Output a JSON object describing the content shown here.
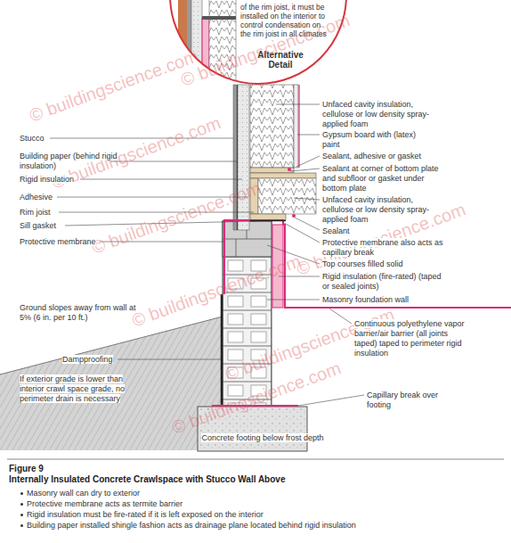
{
  "diagram": {
    "title": "Internally Insulated Concrete Crawlspace with Stucco Wall Above",
    "nodes": [
      {
        "text": [
          "of the rim joist, it must be installed on the interior to control condensation on the rim joist in all climates",
          "Alternative Detail"
        ]
      }
    ],
    "labels": [
      "Stucco",
      "Building paper (behind rigid insulation)",
      "Rigid insulation",
      "Adhesive",
      "Rim joist",
      "Sill gasket",
      "Protective membrane",
      "Unfaced cavity insulation, cellulose or low density spray-applied foam",
      "Gypsum board with (latex) paint",
      "Sealant, adhesive or gasket",
      "Sealant at corner of bottom plate and subfloor or gasket under bottom plate",
      "Unfaced cavity insulation, cellulose or low density spray-applied foam",
      "Sealant",
      "Protective membrane also acts as capillary break",
      "Top courses filled solid",
      "Rigid insulation (fire-rated) (taped or sealed joints)",
      "Masonry foundation wall",
      "Continuous polyethylene vapor barrier/air barrier (all joints taped) taped to perimeter rigid insulation",
      "Ground slopes away from wall at 5% (6 in. per 10 ft.)",
      "Dampproofing",
      "If exterior grade is lower than interior crawl space grade, no perimeter drain is necessary",
      "Capillary break over footing",
      "Concrete footing below frost depth",
      "Figure 9",
      "Masonry wall can dry to exterior",
      "Protective membrane acts as termite barrier",
      "Rigid insulation must be fire-rated if it is left exposed on the interior",
      "Building paper installed shingle fashion acts as drainage plane located behind rigid insulation",
      "© buildingscience.com",
      "© buildingscience.com",
      "© buildingscience.com",
      "© buildingscience.com",
      "© buildingscience.com",
      "© buildingscience.com",
      "© buildingscience.com",
      "© buildingscience.com"
    ]
  }
}
